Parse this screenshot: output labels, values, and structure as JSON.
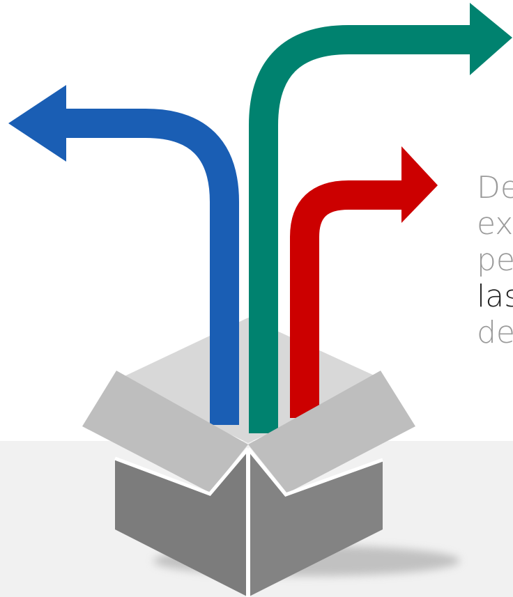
{
  "caption": {
    "lines": [
      "De",
      "ex",
      "pe",
      "las",
      "de"
    ]
  },
  "colors": {
    "blue_arrow": "#1a5eb4",
    "green_arrow": "#00826f",
    "red_arrow": "#cc0000",
    "box_light": "#bebebe",
    "box_inner": "#d8d8d8",
    "box_dark": "#7a7a7a",
    "floor": "#f1f1f1"
  }
}
